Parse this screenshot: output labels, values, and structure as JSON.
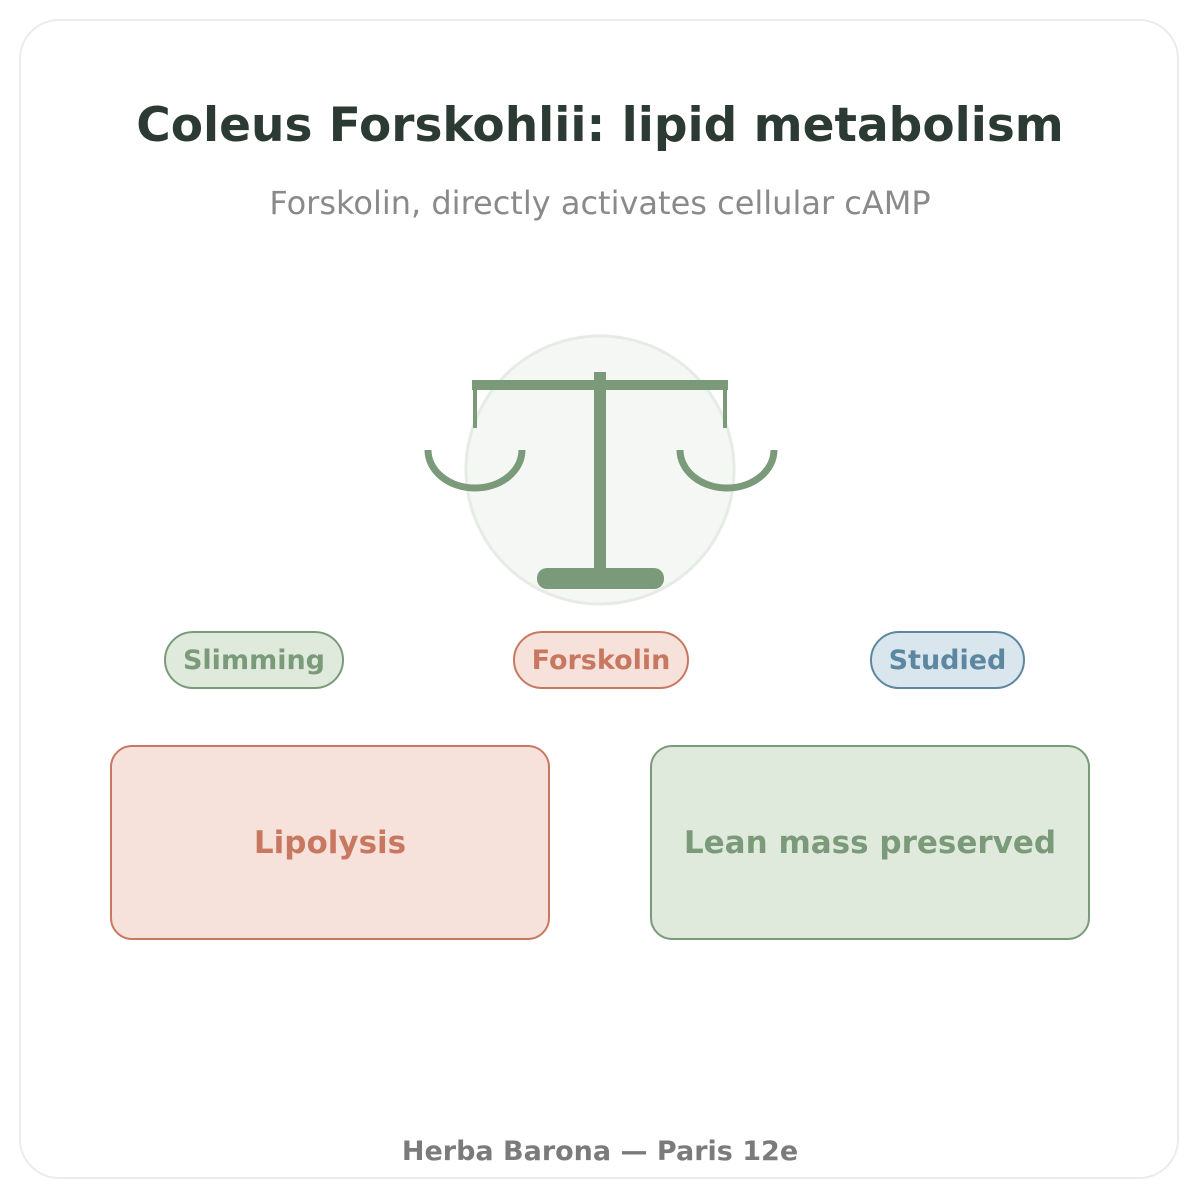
{
  "header": {
    "title": "Coleus Forskohlii: lipid metabolism",
    "subtitle": "Forskolin, directly activates cellular cAMP"
  },
  "emblem": {
    "icon": "balance-scale-icon"
  },
  "tags": [
    {
      "label": "Slimming"
    },
    {
      "label": "Forskolin"
    },
    {
      "label": "Studied"
    }
  ],
  "effects": [
    {
      "label": "Lipolysis"
    },
    {
      "label": "Lean mass preserved"
    }
  ],
  "footer": {
    "text": "Herba Barona — Paris 12e"
  },
  "colors": {
    "green": "#7a9a79",
    "terracotta": "#c87860",
    "blue": "#5d87a0",
    "title": "#2b3a33"
  }
}
